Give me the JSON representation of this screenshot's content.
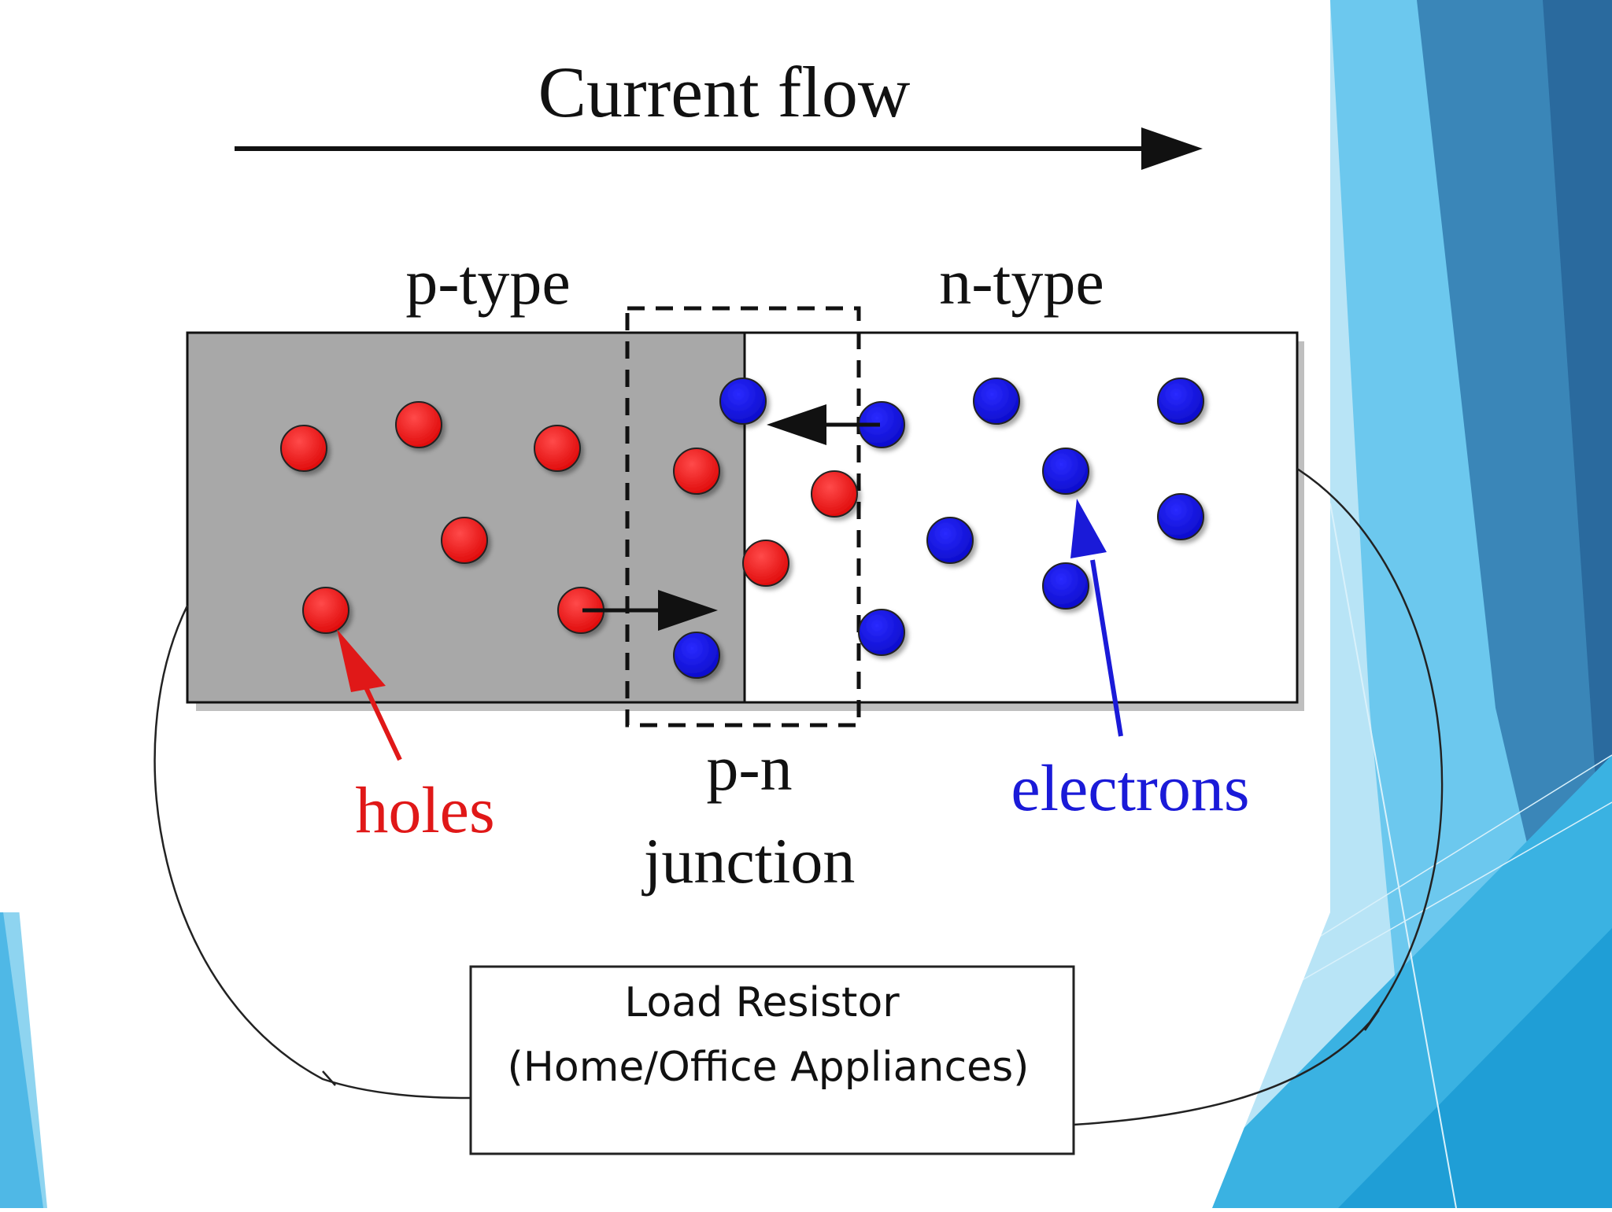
{
  "diagram": {
    "current_flow_label": "Current flow",
    "p_type_label": "p-type",
    "n_type_label": "n-type",
    "junction_label_line1": "p-n",
    "junction_label_line2": "junction",
    "holes_label": "holes",
    "electrons_label": "electrons",
    "load": {
      "line1": "Load Resistor",
      "line2": "(Home/Office Appliances)"
    }
  },
  "colors": {
    "hole": "#ee1a1a",
    "electron": "#1515dd",
    "holes_text": "#e01818",
    "electrons_text": "#1a1ad8",
    "p_region": "#a8a8a8",
    "n_region": "#ffffff",
    "accent_light": "#8ed4f0",
    "accent_mid": "#3fb0e0",
    "accent_dark": "#2a6ea0"
  }
}
